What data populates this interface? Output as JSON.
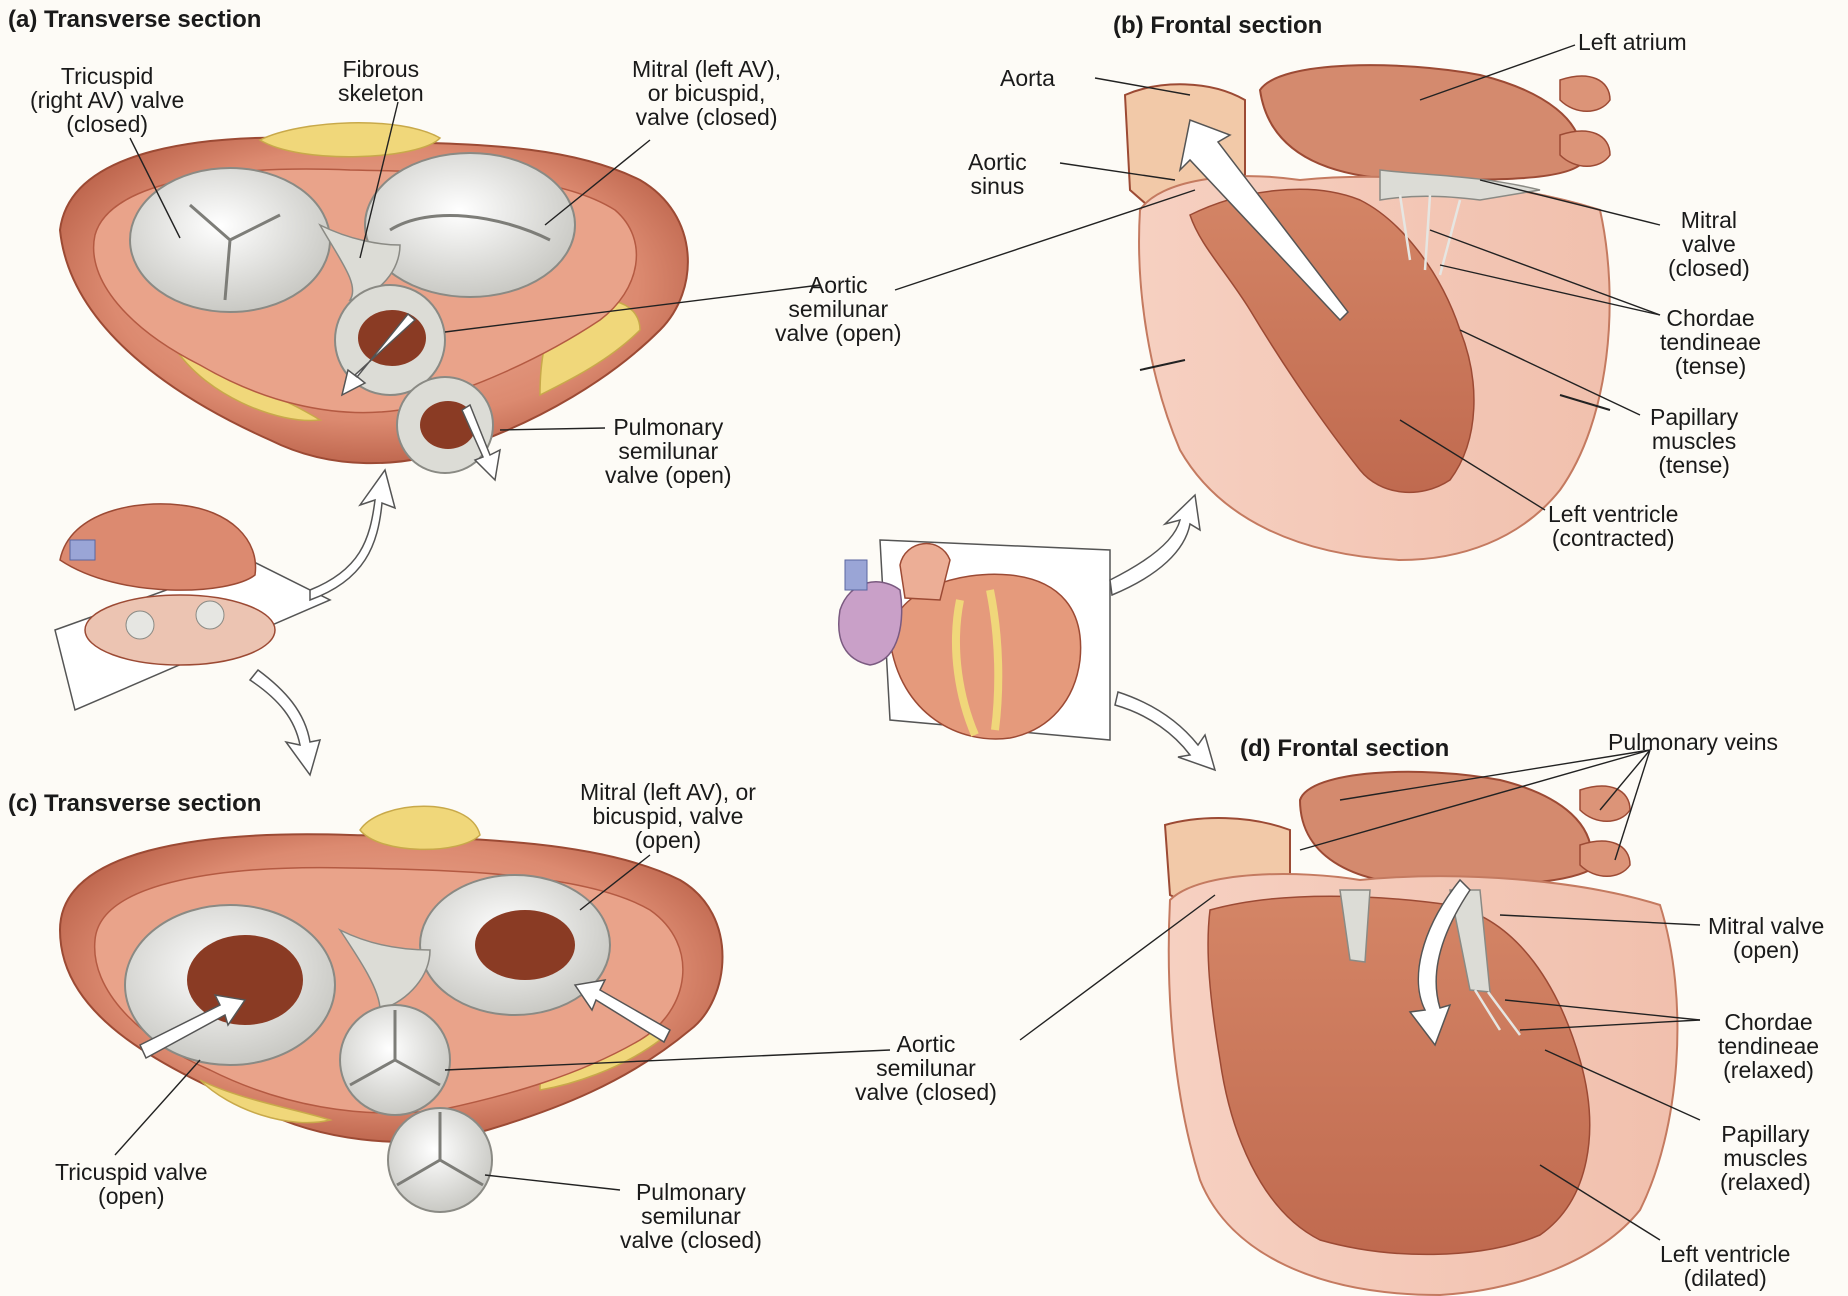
{
  "panels": {
    "a": {
      "title": "(a) Transverse section",
      "labels": {
        "tricuspid": [
          "Tricuspid",
          "(right AV) valve",
          "(closed)"
        ],
        "fibrous": [
          "Fibrous",
          "skeleton"
        ],
        "mitral": [
          "Mitral (left AV),",
          "or bicuspid,",
          "valve (closed)"
        ],
        "aortic": [
          "Aortic",
          "semilunar",
          "valve (open)"
        ],
        "pulmonary": [
          "Pulmonary",
          "semilunar",
          "valve (open)"
        ]
      }
    },
    "b": {
      "title": "(b) Frontal section",
      "labels": {
        "aorta": [
          "Aorta"
        ],
        "left_atrium": [
          "Left atrium"
        ],
        "aortic_sinus": [
          "Aortic",
          "sinus"
        ],
        "mitral": [
          "Mitral",
          "valve",
          "(closed)"
        ],
        "chordae": [
          "Chordae",
          "tendineae",
          "(tense)"
        ],
        "papillary": [
          "Papillary",
          "muscles",
          "(tense)"
        ],
        "left_ventricle": [
          "Left ventricle",
          "(contracted)"
        ]
      }
    },
    "c": {
      "title": "(c) Transverse section",
      "labels": {
        "mitral": [
          "Mitral (left AV), or",
          "bicuspid, valve",
          "(open)"
        ],
        "aortic": [
          "Aortic",
          "semilunar",
          "valve (closed)"
        ],
        "tricuspid": [
          "Tricuspid valve",
          "(open)"
        ],
        "pulmonary": [
          "Pulmonary",
          "semilunar",
          "valve (closed)"
        ]
      }
    },
    "d": {
      "title": "(d) Frontal section",
      "labels": {
        "pulmonary_veins": [
          "Pulmonary  veins"
        ],
        "mitral": [
          "Mitral valve",
          "(open)"
        ],
        "chordae": [
          "Chordae",
          "tendineae",
          "(relaxed)"
        ],
        "papillary": [
          "Papillary",
          "muscles",
          "(relaxed)"
        ],
        "left_ventricle": [
          "Left ventricle",
          "(dilated)"
        ]
      }
    }
  },
  "colors": {
    "muscle": "#d9826a",
    "muscle_dark": "#b85f47",
    "muscle_light": "#f2c4b3",
    "fat": "#f0d77a",
    "valve": "#e6e6e2",
    "chamber": "#c76f55",
    "blood": "#8a3b24",
    "vessel_blue": "#9aa5d6",
    "atrium_purple": "#c9a0c8"
  }
}
